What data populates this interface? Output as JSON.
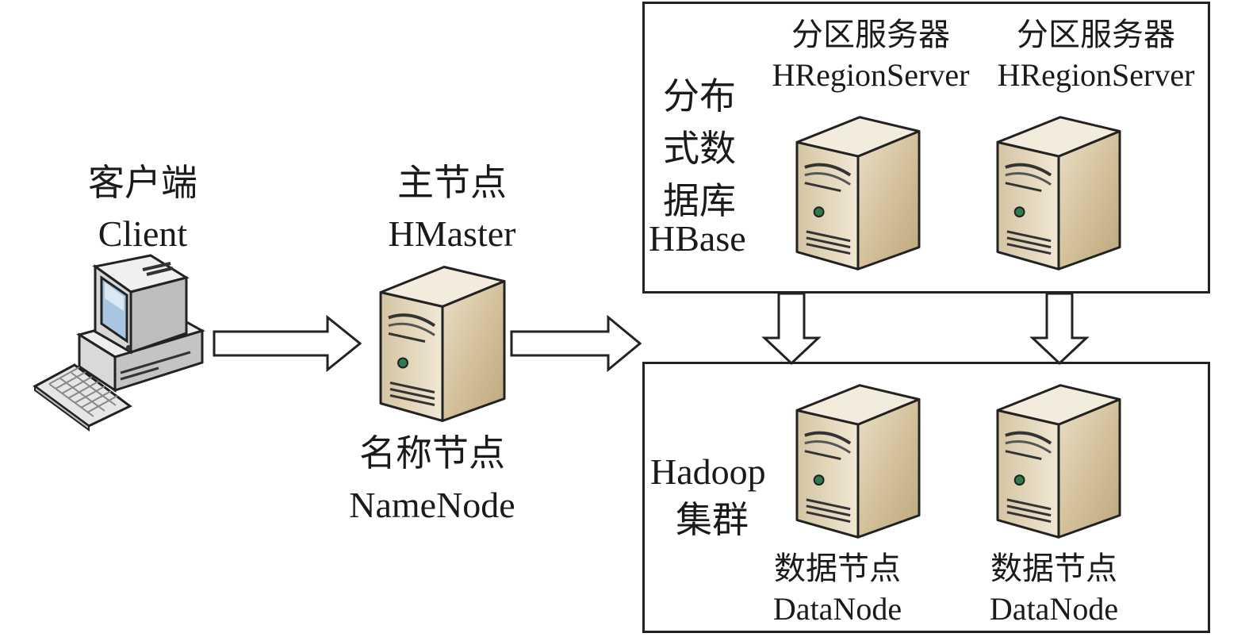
{
  "client": {
    "label_zh": "客户端",
    "label_en": "Client",
    "icon": "desktop-computer-icon"
  },
  "master": {
    "label_zh": "主节点",
    "label_en": "HMaster",
    "sub_zh": "名称节点",
    "sub_en": "NameNode",
    "icon": "tower-server-icon"
  },
  "hbase": {
    "title_zh": [
      "分布",
      "式数",
      "据库"
    ],
    "title_en": "HBase",
    "servers": [
      {
        "label_zh": "分区服务器",
        "label_en": "HRegionServer",
        "icon": "tower-server-icon"
      },
      {
        "label_zh": "分区服务器",
        "label_en": "HRegionServer",
        "icon": "tower-server-icon"
      }
    ]
  },
  "hadoop": {
    "title_en": "Hadoop",
    "title_zh": "集群",
    "nodes": [
      {
        "label_zh": "数据节点",
        "label_en": "DataNode",
        "icon": "tower-server-icon"
      },
      {
        "label_zh": "数据节点",
        "label_en": "DataNode",
        "icon": "tower-server-icon"
      }
    ]
  },
  "colors": {
    "server_front": "#e8dcc3",
    "server_side": "#c9b58e",
    "server_top": "#f4ecdb",
    "outline": "#222222",
    "computer_body": "#d8d8d8",
    "screen": "#b8d3ea"
  }
}
